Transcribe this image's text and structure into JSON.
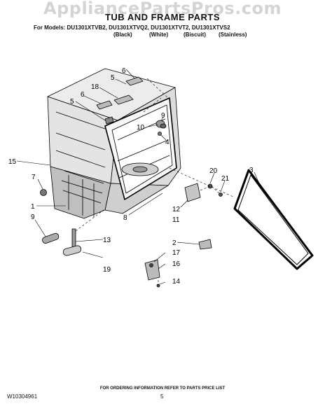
{
  "header": {
    "watermark": "AppliancePartsPros.com",
    "title": "TUB AND FRAME PARTS",
    "models": "For Models: DU1301XTVB2, DU1301XTVQ2, DU1301XTVT2, DU1301XTVS2",
    "colors": [
      "(Black)",
      "(White)",
      "(Biscuit)",
      "(Stainless)"
    ]
  },
  "callouts": {
    "c6a": "6",
    "c5a": "5",
    "c18": "18",
    "c6b": "6",
    "c5b": "5",
    "c10": "10",
    "c9a": "9",
    "c4": "4",
    "c15": "15",
    "c7": "7",
    "c1": "1",
    "c9b": "9",
    "c8": "8",
    "c20": "20",
    "c21": "21",
    "c3": "3",
    "c12": "12",
    "c11": "11",
    "c2": "2",
    "c13": "13",
    "c19": "19",
    "c17": "17",
    "c16": "16",
    "c14": "14"
  },
  "footer": {
    "note": "FOR ORDERING INFORMATION REFER TO PARTS PRICE LIST",
    "doc_id": "W10304961",
    "page": "5"
  }
}
